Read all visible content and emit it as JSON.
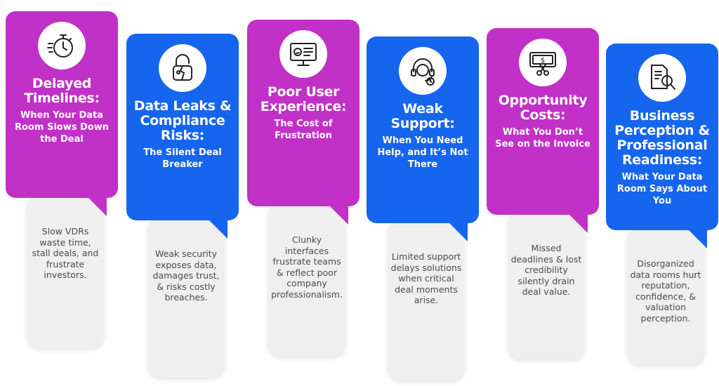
{
  "cards": [
    {
      "title": "Delayed Timelines:",
      "subtitle": "When Your Data Room Slows Down the Deal",
      "description": "Slow VDRs waste time, stall deals, and frustrate investors.",
      "color": "#c130c7",
      "icon": "stopwatch-icon"
    },
    {
      "title": "Data Leaks & Compliance Risks:",
      "subtitle": "The Silent Deal Breaker",
      "description": "Weak security exposes data, damages trust, & risks costly breaches.",
      "color": "#1565ee",
      "icon": "broken-lock-icon"
    },
    {
      "title": "Poor User Experience:",
      "subtitle": "The Cost of Frustration",
      "description": "Clunky interfaces frustrate teams & reflect poor company professionalism.",
      "color": "#c130c7",
      "icon": "frustrated-monitor-icon"
    },
    {
      "title": "Weak Support:",
      "subtitle": "When You Need Help, and It’s Not There",
      "description": "Limited support delays solutions when critical deal moments arise.",
      "color": "#1565ee",
      "icon": "support-agent-icon"
    },
    {
      "title": "Opportunity Costs:",
      "subtitle": "What You Don’t See on the Invoice",
      "description": "Missed deadlines & lost credibility silently drain deal value.",
      "color": "#c130c7",
      "icon": "cut-banknote-icon"
    },
    {
      "title": "Business Perception & Professional Readiness:",
      "subtitle": "What Your Data Room Says About You",
      "description": "Disorganized data rooms hurt reputation, confidence, & valuation perception.",
      "color": "#1565ee",
      "icon": "document-search-icon"
    }
  ]
}
